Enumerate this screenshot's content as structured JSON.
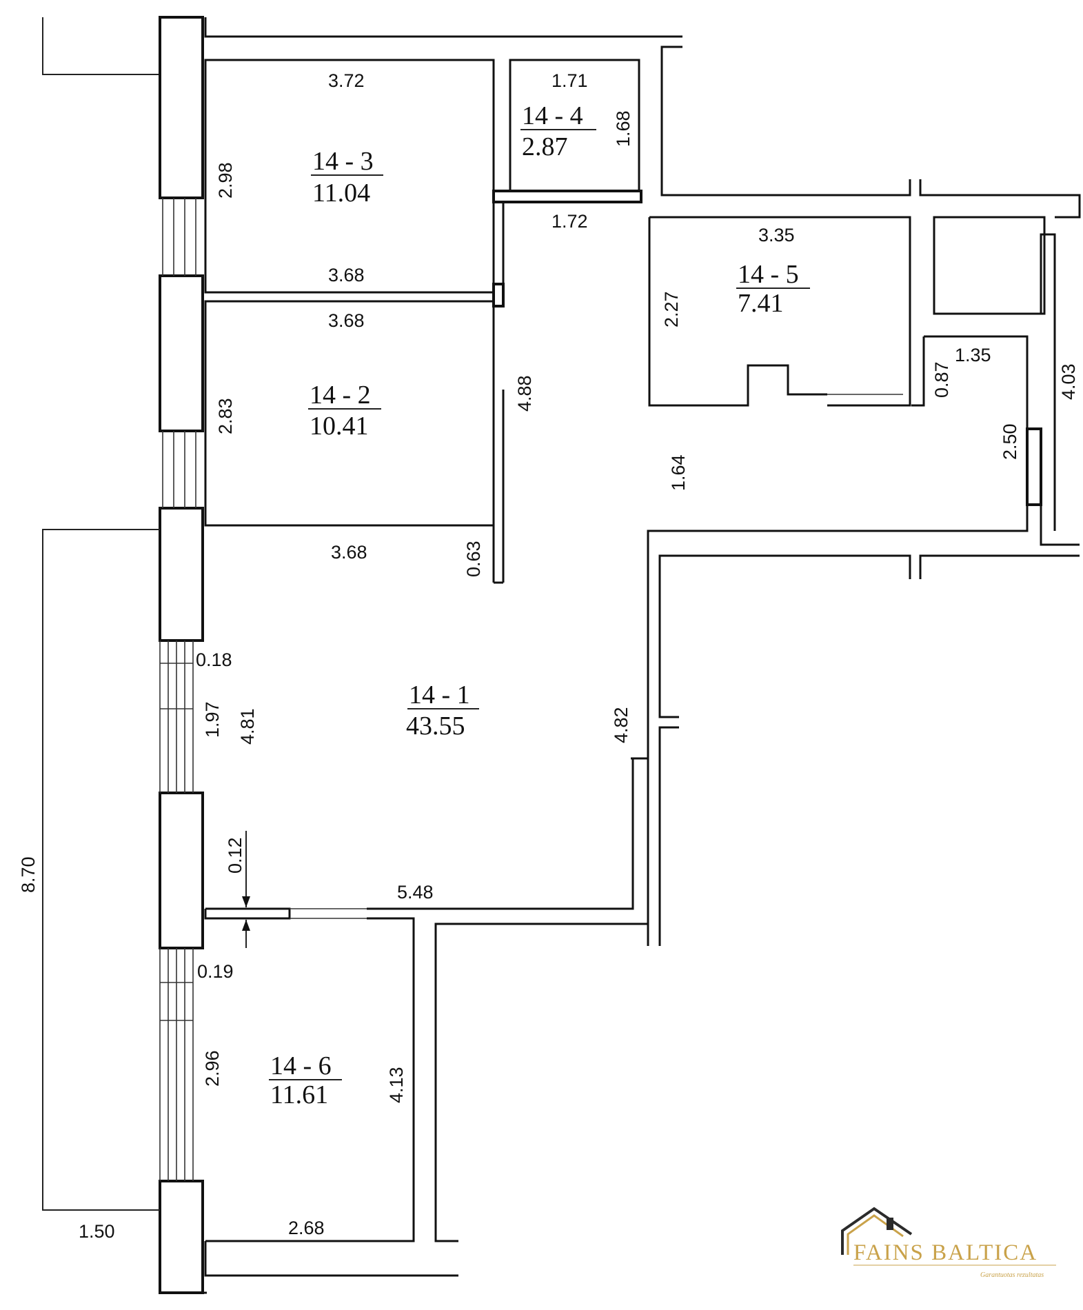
{
  "rooms": [
    {
      "id": "14 - 3",
      "area": "11.04"
    },
    {
      "id": "14 - 4",
      "area": "2.87"
    },
    {
      "id": "14 - 5",
      "area": "7.41"
    },
    {
      "id": "14 - 2",
      "area": "10.41"
    },
    {
      "id": "14 - 1",
      "area": "43.55"
    },
    {
      "id": "14 - 6",
      "area": "11.61"
    }
  ],
  "dimensions": [
    "3.72",
    "2.98",
    "3.68",
    "1.71",
    "1.68",
    "1.72",
    "3.35",
    "2.27",
    "3.68",
    "2.83",
    "4.88",
    "3.68",
    "0.63",
    "1.64",
    "0.87",
    "1.35",
    "4.03",
    "2.50",
    "0.18",
    "1.97",
    "4.81",
    "4.82",
    "8.70",
    "0.12",
    "5.48",
    "0.19",
    "2.96",
    "4.13",
    "1.50",
    "2.68"
  ],
  "brand": {
    "name": "FAINS BALTICA",
    "tagline": "Garantuotas rezultatas",
    "accent_color": "#c9a24a",
    "dark_color": "#2b2b2b"
  }
}
